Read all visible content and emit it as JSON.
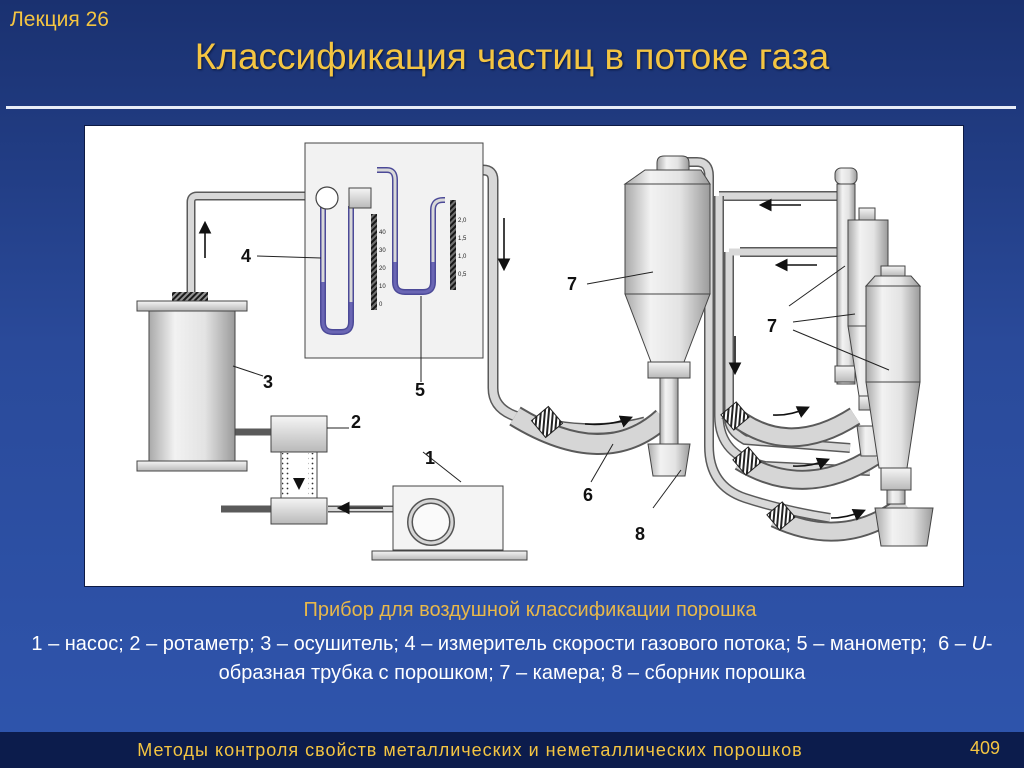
{
  "header": {
    "lecture": "Лекция 26",
    "title": "Классификация частиц в потоке газа"
  },
  "diagram": {
    "labels": {
      "pump": "1",
      "rotameter": "2",
      "dryer": "3",
      "flow_meter": "4",
      "manometer": "5",
      "u_tube": "6",
      "chamber_main": "7",
      "chamber_right": "7",
      "collector": "8"
    },
    "flow_meter_scale": [
      "40",
      "30",
      "20",
      "10",
      "0"
    ],
    "manometer_scale": [
      "2,0",
      "1,5",
      "1,0",
      "0,5"
    ],
    "colors": {
      "pipe": "#d8d8d8",
      "liquid": "#6a66b4",
      "panel": "#f2f2f2"
    }
  },
  "caption": {
    "title": "Прибор для воздушной классификации порошка",
    "legend_html": "1 – насос; 2 – ротаметр; 3 – осушитель; 4 – измеритель скорости газового потока; 5 – манометр;&nbsp; 6 – <i>U</i>-образная трубка с порошком; 7 – камера; 8 – сборник порошка"
  },
  "footer": {
    "course": "Методы контроля свойств металлических и неметаллических порошков",
    "page": "409"
  }
}
